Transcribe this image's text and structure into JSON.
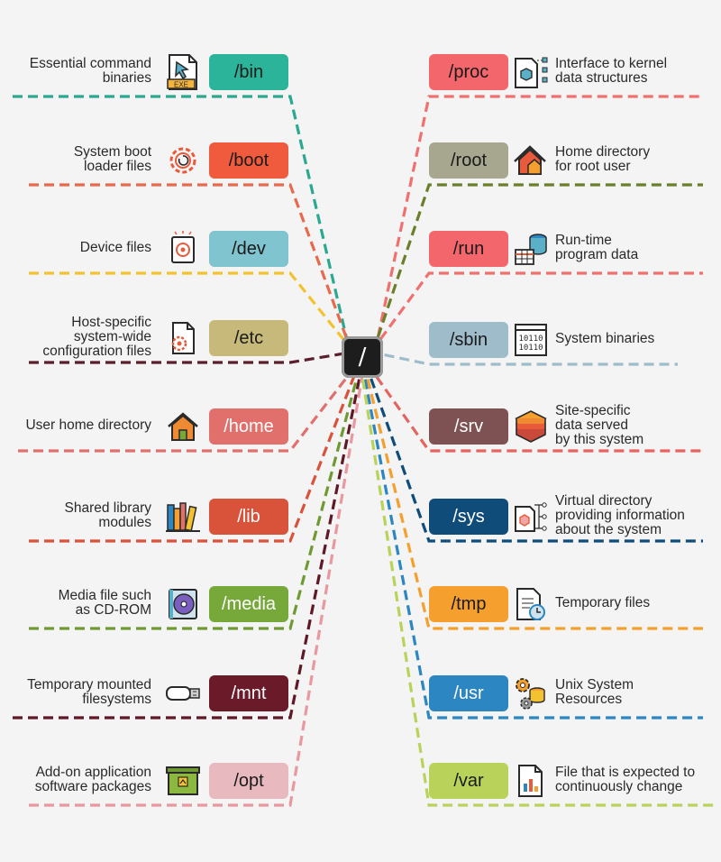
{
  "root": {
    "label": "/"
  },
  "left": [
    {
      "key": "bin",
      "label": "/bin",
      "desc": "Essential command\nbinaries",
      "bg": "#2bb49a",
      "fg": "#1a1a1a",
      "line": "#2aa890",
      "icon": "exe-file-icon"
    },
    {
      "key": "boot",
      "label": "/boot",
      "desc": "System boot\nloader files",
      "bg": "#ef5b3c",
      "fg": "#1a1a1a",
      "line": "#e86a4e",
      "icon": "boot-gear-icon"
    },
    {
      "key": "dev",
      "label": "/dev",
      "desc": "Device files",
      "bg": "#7fc4cf",
      "fg": "#1a1a1a",
      "line": "#f2c230",
      "icon": "device-icon"
    },
    {
      "key": "etc",
      "label": "/etc",
      "desc": "Host-specific\nsystem-wide\nconfiguration files",
      "bg": "#c7b97a",
      "fg": "#1a1a1a",
      "line": "#5a1f2a",
      "icon": "config-file-icon"
    },
    {
      "key": "home",
      "label": "/home",
      "desc": "User home directory",
      "bg": "#e1706d",
      "fg": "#ffffff",
      "line": "#e1706d",
      "icon": "home-icon"
    },
    {
      "key": "lib",
      "label": "/lib",
      "desc": "Shared library\nmodules",
      "bg": "#d9523a",
      "fg": "#ffffff",
      "line": "#d9523a",
      "icon": "library-books-icon"
    },
    {
      "key": "media",
      "label": "/media",
      "desc": "Media file such\nas CD-ROM",
      "bg": "#76a83a",
      "fg": "#ffffff",
      "line": "#6f9a33",
      "icon": "cd-rom-icon"
    },
    {
      "key": "mnt",
      "label": "/mnt",
      "desc": "Temporary mounted\nfilesystems",
      "bg": "#6b1a2a",
      "fg": "#ffffff",
      "line": "#5f1826",
      "icon": "usb-drive-icon"
    },
    {
      "key": "opt",
      "label": "/opt",
      "desc": "Add-on application\nsoftware packages",
      "bg": "#e8bac0",
      "fg": "#1a1a1a",
      "line": "#e8989e",
      "icon": "package-box-icon"
    }
  ],
  "right": [
    {
      "key": "proc",
      "label": "/proc",
      "desc": "Interface to kernel\ndata structures",
      "bg": "#f2666c",
      "fg": "#1a1a1a",
      "line": "#f0706f",
      "icon": "kernel-cube-icon"
    },
    {
      "key": "root",
      "label": "/root",
      "desc": "Home directory\nfor root user",
      "bg": "#a7a68e",
      "fg": "#1a1a1a",
      "line": "#6a7f2a",
      "icon": "root-home-icon"
    },
    {
      "key": "run",
      "label": "/run",
      "desc": "Run-time\nprogram data",
      "bg": "#f2666c",
      "fg": "#1a1a1a",
      "line": "#f0706f",
      "icon": "database-table-icon"
    },
    {
      "key": "sbin",
      "label": "/sbin",
      "desc": "System binaries",
      "bg": "#9fbccb",
      "fg": "#1a1a1a",
      "line": "#9fbccb",
      "icon": "binary-code-icon"
    },
    {
      "key": "srv",
      "label": "/srv",
      "desc": "Site-specific\ndata served\nby this system",
      "bg": "#7e5252",
      "fg": "#ffffff",
      "line": "#e5645f",
      "icon": "server-stack-icon"
    },
    {
      "key": "sys",
      "label": "/sys",
      "desc": "Virtual directory\nproviding information\nabout the system",
      "bg": "#0f4c7a",
      "fg": "#ffffff",
      "line": "#0f4c7a",
      "icon": "system-tree-icon"
    },
    {
      "key": "tmp",
      "label": "/tmp",
      "desc": "Temporary files",
      "bg": "#f5a02e",
      "fg": "#1a1a1a",
      "line": "#f5a02e",
      "icon": "temp-file-clock-icon"
    },
    {
      "key": "usr",
      "label": "/usr",
      "desc": "Unix System\nResources",
      "bg": "#2b86c2",
      "fg": "#ffffff",
      "line": "#2b86c2",
      "icon": "gears-database-icon"
    },
    {
      "key": "var",
      "label": "/var",
      "desc": "File that is expected to\ncontinuously change",
      "bg": "#b9d35a",
      "fg": "#1a1a1a",
      "line": "#b9d35a",
      "icon": "changing-chart-file-icon"
    }
  ]
}
